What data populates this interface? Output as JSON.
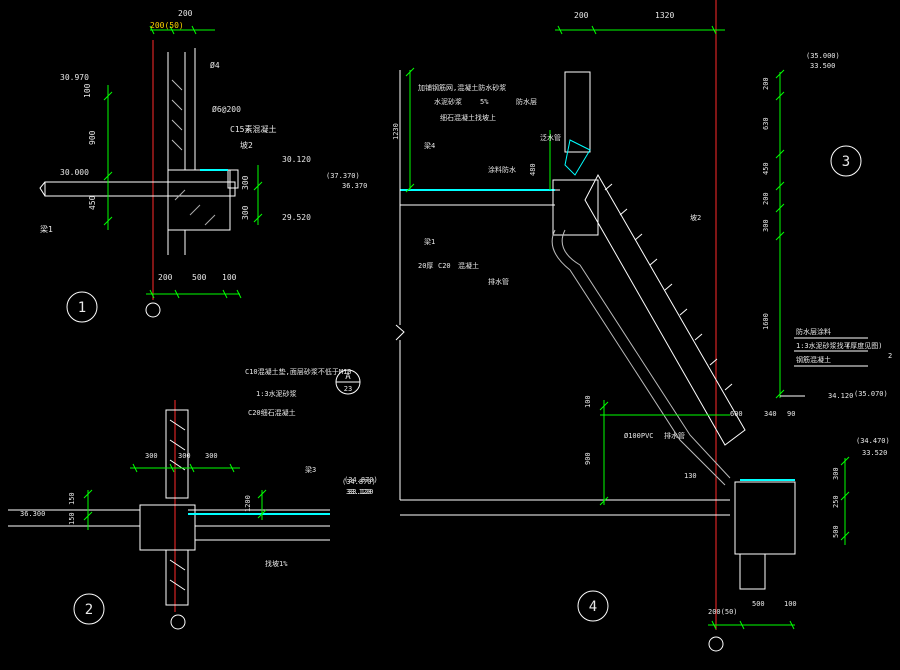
{
  "colors": {
    "background": "#000000",
    "line": "#ffffff",
    "dimension": "#00ff00",
    "axis": "#ff2a2a",
    "waterproof": "#00ffff",
    "text": "#e8e8e8"
  },
  "detail1": {
    "number": "1",
    "top_dim": "200",
    "top_dim2": "200(50)",
    "elevations": [
      "30.970",
      "30.000",
      "30.120",
      "29.520"
    ],
    "left_dims": [
      "100",
      "900",
      "450"
    ],
    "right_dims": [
      "300",
      "300"
    ],
    "bottom_dims": [
      "200",
      "500",
      "100"
    ],
    "notes": [
      "Ø4",
      "Ø6@200",
      "C15素混凝土",
      "坡2",
      "梁1"
    ]
  },
  "detail2": {
    "number": "2",
    "ref_letter": "A",
    "ref_sheet": "23",
    "notes": [
      "C10混凝土垫,面层砂浆不低于M10",
      "1:3水泥砂浆",
      "C20细石混凝土",
      "梁3",
      "找坡1%"
    ],
    "elevations": [
      "36.300",
      "(34.870)",
      "33.120"
    ],
    "dims_top": [
      "300",
      "300",
      "300"
    ],
    "dims_left": [
      "150",
      "150"
    ],
    "dims_right": [
      "1200"
    ]
  },
  "detail3": {
    "number": "3",
    "elevations": [
      "(35.000)",
      "33.500",
      "34.120",
      "(35.070)"
    ],
    "dims_vertical": [
      "200",
      "630",
      "450",
      "200",
      "300",
      "1600"
    ],
    "notes": [
      "防水层涂料",
      "1:3水泥砂浆找平",
      "(厚度见图)",
      "钢筋混凝土",
      "2"
    ]
  },
  "detail4": {
    "number": "4",
    "top_dims": [
      "200",
      "1320"
    ],
    "elevations": [
      "(37.370)",
      "36.370",
      "(34.870)",
      "33.120",
      "(34.470)",
      "33.520"
    ],
    "left_dims": [
      "1230",
      "100",
      "900"
    ],
    "notes": [
      "加铺钢筋网,混凝土防水砂浆",
      "水泥砂浆",
      "5%",
      "防水层",
      "细石混凝土找坡上",
      "梁4",
      "涂料防水",
      "梁1",
      "20厚",
      "C20",
      "混凝土",
      "排水管",
      "泛水管",
      "Ø100PVC",
      "排水管",
      "坡2",
      "130",
      "480",
      "600",
      "340",
      "90"
    ],
    "right_dims": [
      "300",
      "250",
      "500"
    ],
    "bottom_dims": [
      "200(50)",
      "500",
      "100"
    ]
  }
}
